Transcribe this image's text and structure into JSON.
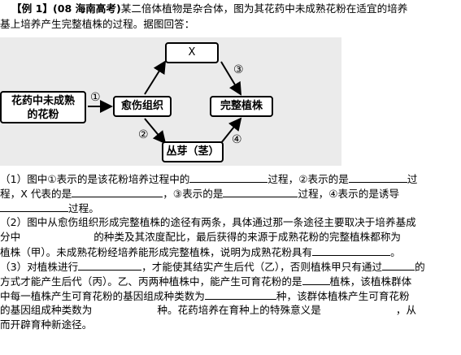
{
  "intro": {
    "line1_prefix": "【例 1】",
    "line1_source": "(08 海南高考)",
    "line1_text": "某二倍体植物是杂合体，图为其花药中未成熟花粉在适宜的培养",
    "line2_text": "基上培养产生完整植株的过程。据图回答："
  },
  "diagram": {
    "node_start": [
      "花药中未成熟",
      "的花粉"
    ],
    "node_callus": "愈伤组织",
    "node_x": "X",
    "node_whole": "完整植株",
    "node_bud": "丛芽（茎）",
    "step1": "①",
    "step2": "②",
    "step3": "③",
    "step4": "④"
  },
  "questions": {
    "q1_a": "（1）图中①表示的是该花粉培养过程中的",
    "q1_b": "过程，②表示的是",
    "q1_c": "过",
    "q1_d": "程，X 代表的是",
    "q1_e": "，③表示的是",
    "q1_f": "过程，④表示的是诱导",
    "q1_g": "过程。",
    "q2_a": "（2）图中从愈伤组织形成完整植株的途径有两条，具体通过那一条途径主要取决于培养基成",
    "q2_b": "分中",
    "q2_c": "的种类及其浓度配比，最后获得的来源于成熟花粉的完整植株都称为",
    "q2_d": "植株（甲）。未成熟花粉经培养能形成完整植株，说明为成熟花粉具有",
    "q2_e": "。",
    "q3_a": "（3）对植株进行",
    "q3_b": "，才能使其结实产生后代（乙），否则植株甲只有通过",
    "q3_c": "的",
    "q3_d": "方式才能产生后代（丙）。乙、丙两种植株中，能产生可育花粉的是",
    "q3_e": "植株，该植株群体",
    "q3_f": "中每一植株产生可育花粉的基因组成种类数为",
    "q3_g": "种，该群体植株产生可育花粉",
    "q3_h": "的基因组成种类数为",
    "q3_i": "种。花药培养在育种上的特殊意义是",
    "q3_j": "，从",
    "q3_k": "而开辟育种新途径。"
  }
}
